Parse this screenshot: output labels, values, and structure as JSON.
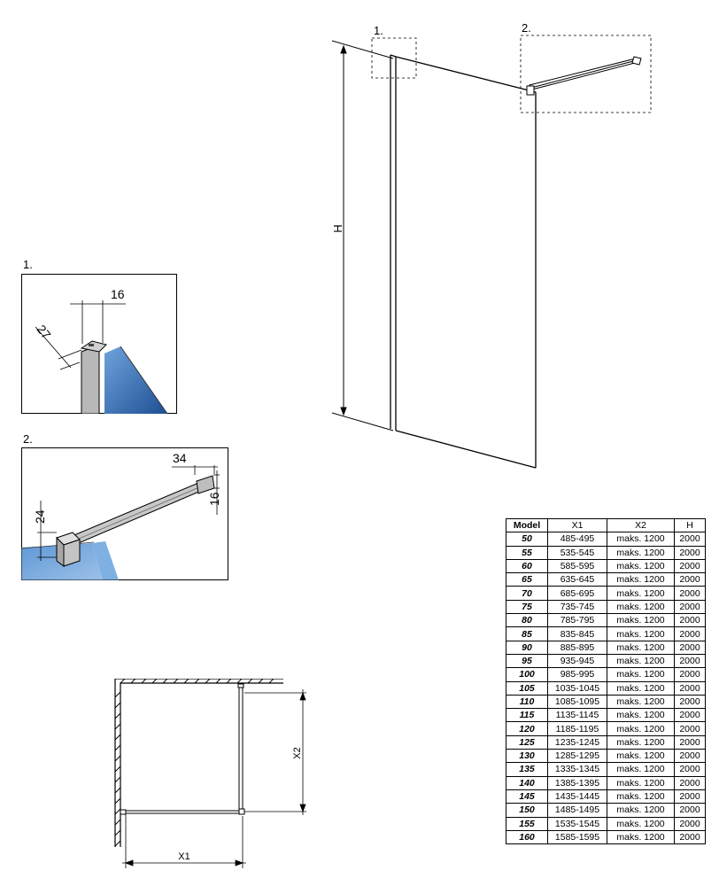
{
  "main_drawing": {
    "callout_1": "1.",
    "callout_2": "2.",
    "height_label": "H"
  },
  "detail_1": {
    "label": "1.",
    "dim_width": "16",
    "dim_depth": "27"
  },
  "detail_2": {
    "label": "2.",
    "dim_width": "34",
    "dim_height": "16",
    "dim_side": "24"
  },
  "plan_view": {
    "x1_label": "X1",
    "x2_label": "X2"
  },
  "spec_table": {
    "headers": [
      "Model",
      "X1",
      "X2",
      "H"
    ],
    "rows": [
      [
        "50",
        "485-495",
        "maks. 1200",
        "2000"
      ],
      [
        "55",
        "535-545",
        "maks. 1200",
        "2000"
      ],
      [
        "60",
        "585-595",
        "maks. 1200",
        "2000"
      ],
      [
        "65",
        "635-645",
        "maks. 1200",
        "2000"
      ],
      [
        "70",
        "685-695",
        "maks. 1200",
        "2000"
      ],
      [
        "75",
        "735-745",
        "maks. 1200",
        "2000"
      ],
      [
        "80",
        "785-795",
        "maks. 1200",
        "2000"
      ],
      [
        "85",
        "835-845",
        "maks. 1200",
        "2000"
      ],
      [
        "90",
        "885-895",
        "maks. 1200",
        "2000"
      ],
      [
        "95",
        "935-945",
        "maks. 1200",
        "2000"
      ],
      [
        "100",
        "985-995",
        "maks. 1200",
        "2000"
      ],
      [
        "105",
        "1035-1045",
        "maks. 1200",
        "2000"
      ],
      [
        "110",
        "1085-1095",
        "maks. 1200",
        "2000"
      ],
      [
        "115",
        "1135-1145",
        "maks. 1200",
        "2000"
      ],
      [
        "120",
        "1185-1195",
        "maks. 1200",
        "2000"
      ],
      [
        "125",
        "1235-1245",
        "maks. 1200",
        "2000"
      ],
      [
        "130",
        "1285-1295",
        "maks. 1200",
        "2000"
      ],
      [
        "135",
        "1335-1345",
        "maks. 1200",
        "2000"
      ],
      [
        "140",
        "1385-1395",
        "maks. 1200",
        "2000"
      ],
      [
        "145",
        "1435-1445",
        "maks. 1200",
        "2000"
      ],
      [
        "150",
        "1485-1495",
        "maks. 1200",
        "2000"
      ],
      [
        "155",
        "1535-1545",
        "maks. 1200",
        "2000"
      ],
      [
        "160",
        "1585-1595",
        "maks. 1200",
        "2000"
      ]
    ]
  },
  "colors": {
    "glass_blue": "#4f86c6",
    "glass_dark": "#1f4f8f",
    "frame_grey": "#9a9a9a",
    "line": "#000000"
  }
}
